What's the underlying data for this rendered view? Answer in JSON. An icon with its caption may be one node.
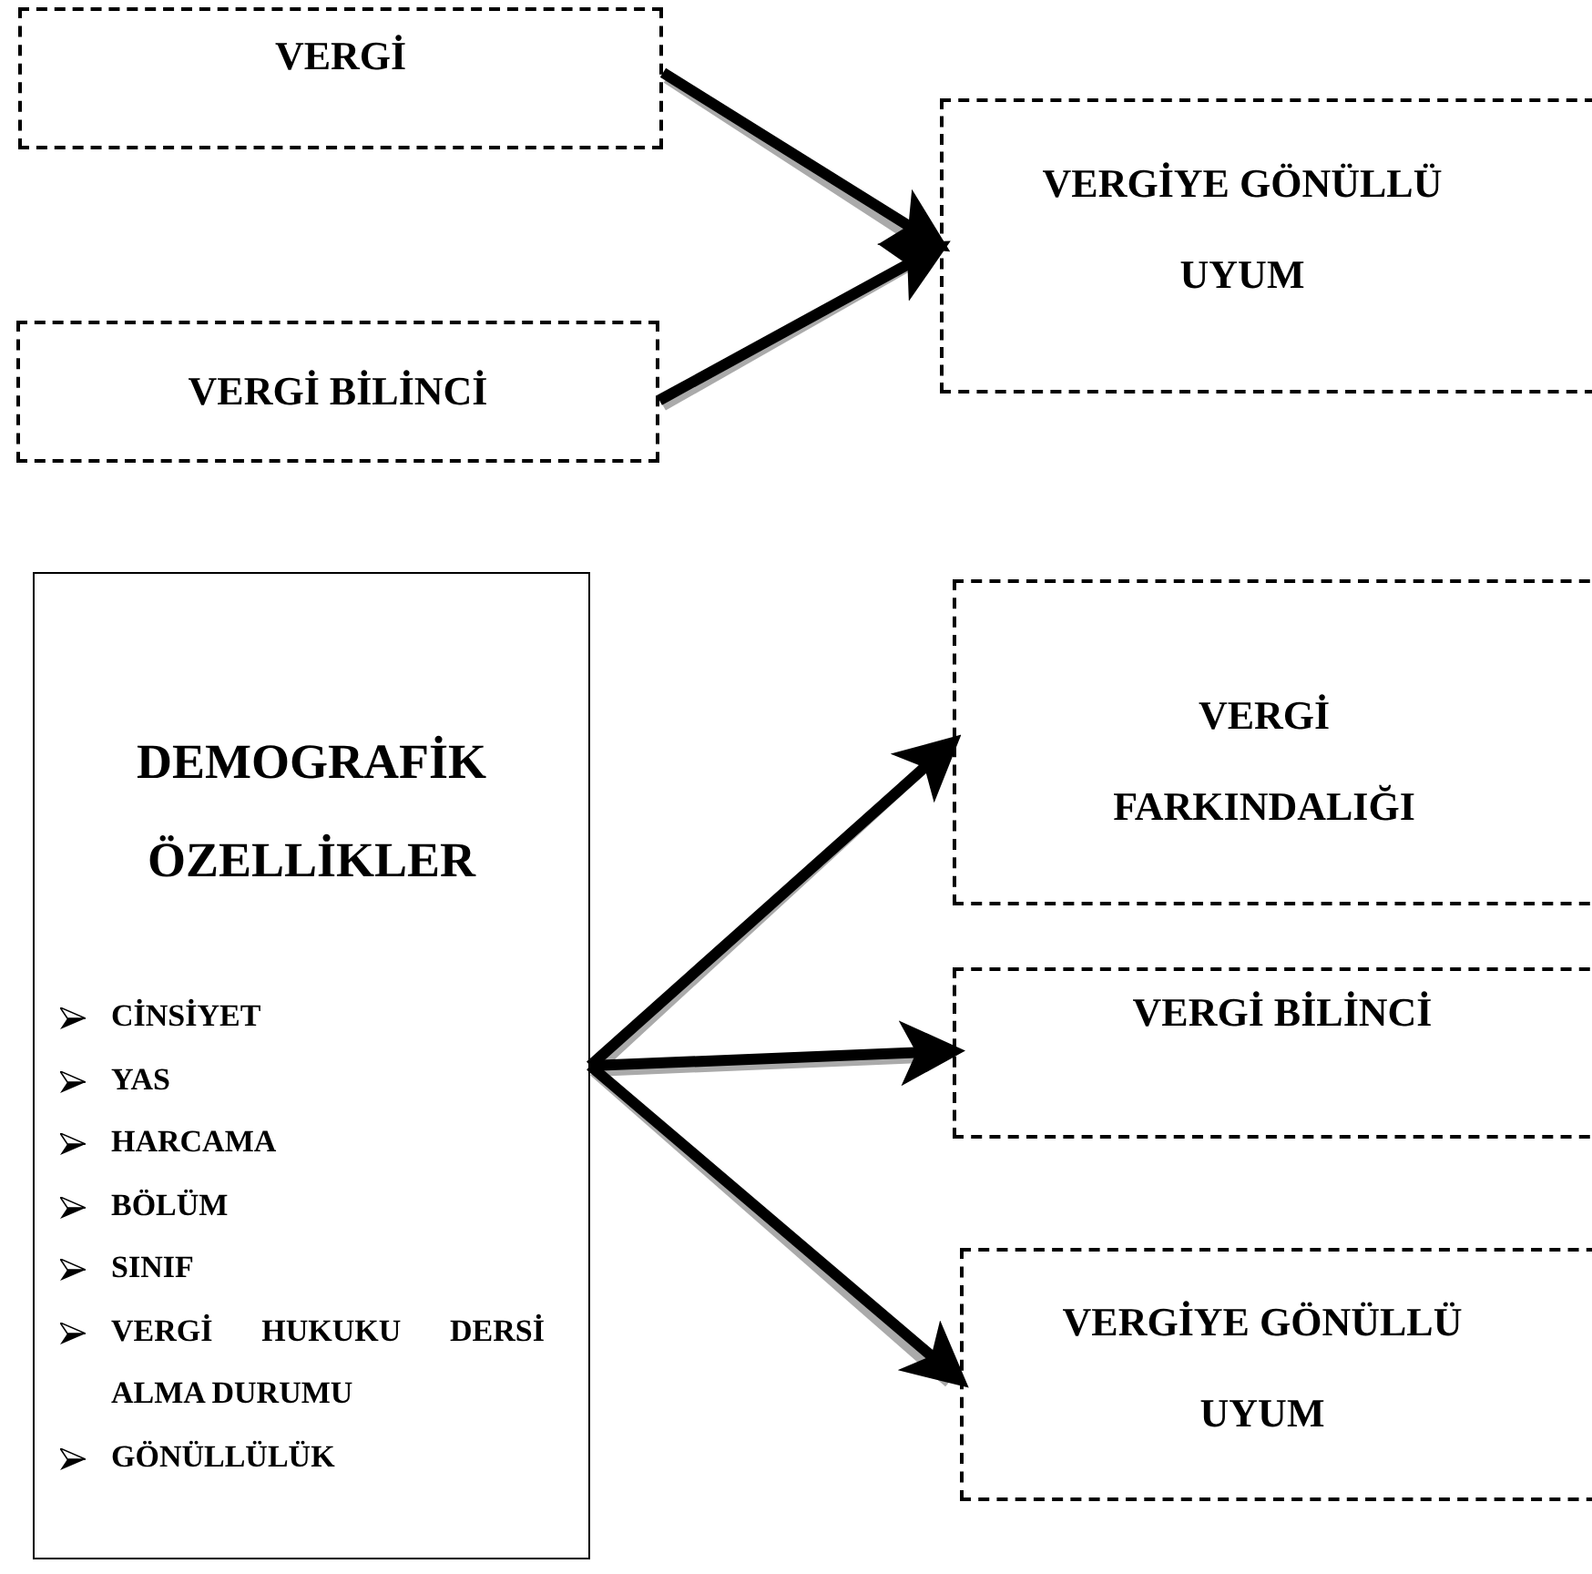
{
  "diagram": {
    "nodes": [
      {
        "text": [
          "VERGİ"
        ]
      },
      {
        "text": [
          "VERGİ BİLİNCİ"
        ]
      },
      {
        "text": [
          "VERGİYE GÖNÜLLÜ UYUM"
        ]
      },
      {
        "text": [
          "DEMOGRAFİK ÖZELLİKLER",
          "CİNSİYET",
          "YAS",
          "HARCAMA",
          "BÖLÜM",
          "SINIF",
          "VERGİ HUKUKU DERSİ ALMA DURUMU",
          "GÖNÜLLÜLÜK"
        ]
      },
      {
        "text": [
          "VERGİ FARKINDALIĞI"
        ]
      },
      {
        "text": [
          "VERGİ BİLİNCİ"
        ]
      },
      {
        "text": [
          "VERGİYE GÖNÜLLÜ UYUM"
        ]
      }
    ],
    "edges": [
      {
        "from": 0,
        "to": 2,
        "arrow": "to"
      },
      {
        "from": 1,
        "to": 2,
        "arrow": "to"
      },
      {
        "from": 3,
        "to": 4,
        "arrow": "to"
      },
      {
        "from": 3,
        "to": 5,
        "arrow": "to"
      },
      {
        "from": 3,
        "to": 6,
        "arrow": "to"
      }
    ]
  }
}
